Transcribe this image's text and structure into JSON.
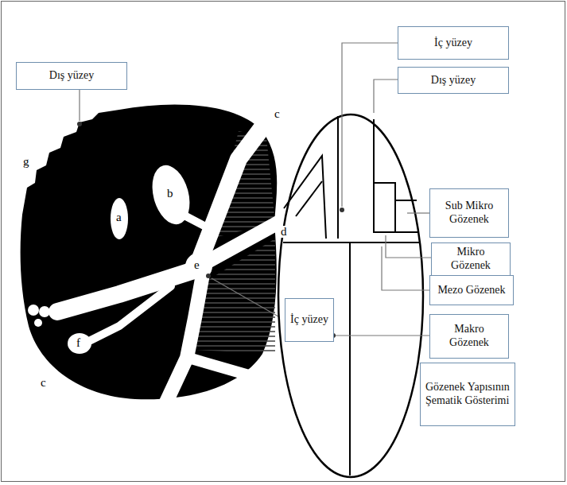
{
  "diagram": {
    "nodes": [
      {
        "text": [
          "Dış yüzey"
        ]
      },
      {
        "text": [
          "İç yüzey"
        ]
      },
      {
        "text": [
          "İç yüzey"
        ]
      },
      {
        "text": [
          "Dış yüzey"
        ]
      },
      {
        "text": [
          "Sub Mikro Gözenek"
        ]
      },
      {
        "text": [
          "Mikro Gözenek"
        ]
      },
      {
        "text": [
          "Mezo Gözenek"
        ]
      },
      {
        "text": [
          "Makro Gözenek"
        ]
      },
      {
        "text": [
          "Gözenek Yapısının Şematik Gösterimi"
        ]
      }
    ],
    "labels": [
      "g",
      "a",
      "b",
      "c",
      "d",
      "e",
      "f",
      "c"
    ]
  }
}
